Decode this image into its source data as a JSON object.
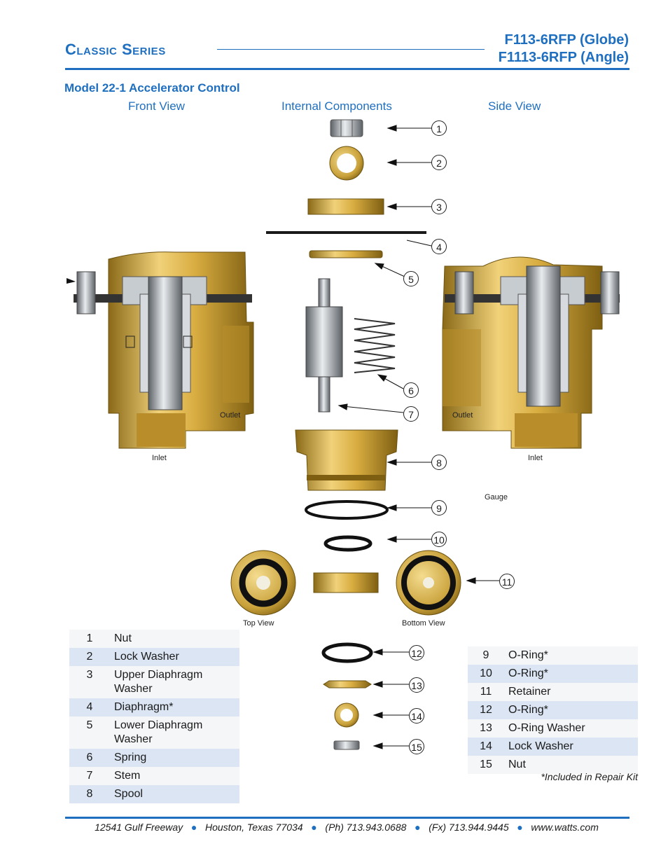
{
  "header": {
    "series": "Classic Series",
    "model_globe": "F113-6RFP (Globe)",
    "model_angle": "F1113-6RFP (Angle)"
  },
  "subtitle": "Model 22-1 Accelerator Control",
  "views": {
    "front": "Front View",
    "internal": "Internal Components",
    "side": "Side View"
  },
  "labels": {
    "outlet": "Outlet",
    "inlet": "Inlet",
    "gauge": "Gauge",
    "top_view": "Top View",
    "bottom_view": "Bottom View"
  },
  "callouts": [
    "1",
    "2",
    "3",
    "4",
    "5",
    "6",
    "7",
    "8",
    "9",
    "10",
    "11",
    "12",
    "13",
    "14",
    "15"
  ],
  "parts_left": [
    {
      "num": "1",
      "name": "Nut"
    },
    {
      "num": "2",
      "name": "Lock Washer"
    },
    {
      "num": "3",
      "name": "Upper Diaphragm Washer"
    },
    {
      "num": "4",
      "name": "Diaphragm*"
    },
    {
      "num": "5",
      "name": "Lower Diaphragm Washer"
    },
    {
      "num": "6",
      "name": "Spring"
    },
    {
      "num": "7",
      "name": "Stem"
    },
    {
      "num": "8",
      "name": "Spool"
    }
  ],
  "parts_right": [
    {
      "num": "9",
      "name": "O-Ring*"
    },
    {
      "num": "10",
      "name": "O-Ring*"
    },
    {
      "num": "11",
      "name": "Retainer"
    },
    {
      "num": "12",
      "name": "O-Ring*"
    },
    {
      "num": "13",
      "name": "O-Ring Washer"
    },
    {
      "num": "14",
      "name": "Lock Washer"
    },
    {
      "num": "15",
      "name": "Nut"
    }
  ],
  "repair_note": "*Included in Repair Kit",
  "footer": {
    "address": "12541 Gulf Freeway",
    "city": "Houston, Texas 77034",
    "phone": "(Ph) 713.943.0688",
    "fax": "(Fx) 713.944.9445",
    "web": "www.watts.com",
    "sep": "●"
  },
  "colors": {
    "accent": "#1f6fc0",
    "brass": "#c9a13a",
    "row_blue": "#dbe5f3"
  }
}
